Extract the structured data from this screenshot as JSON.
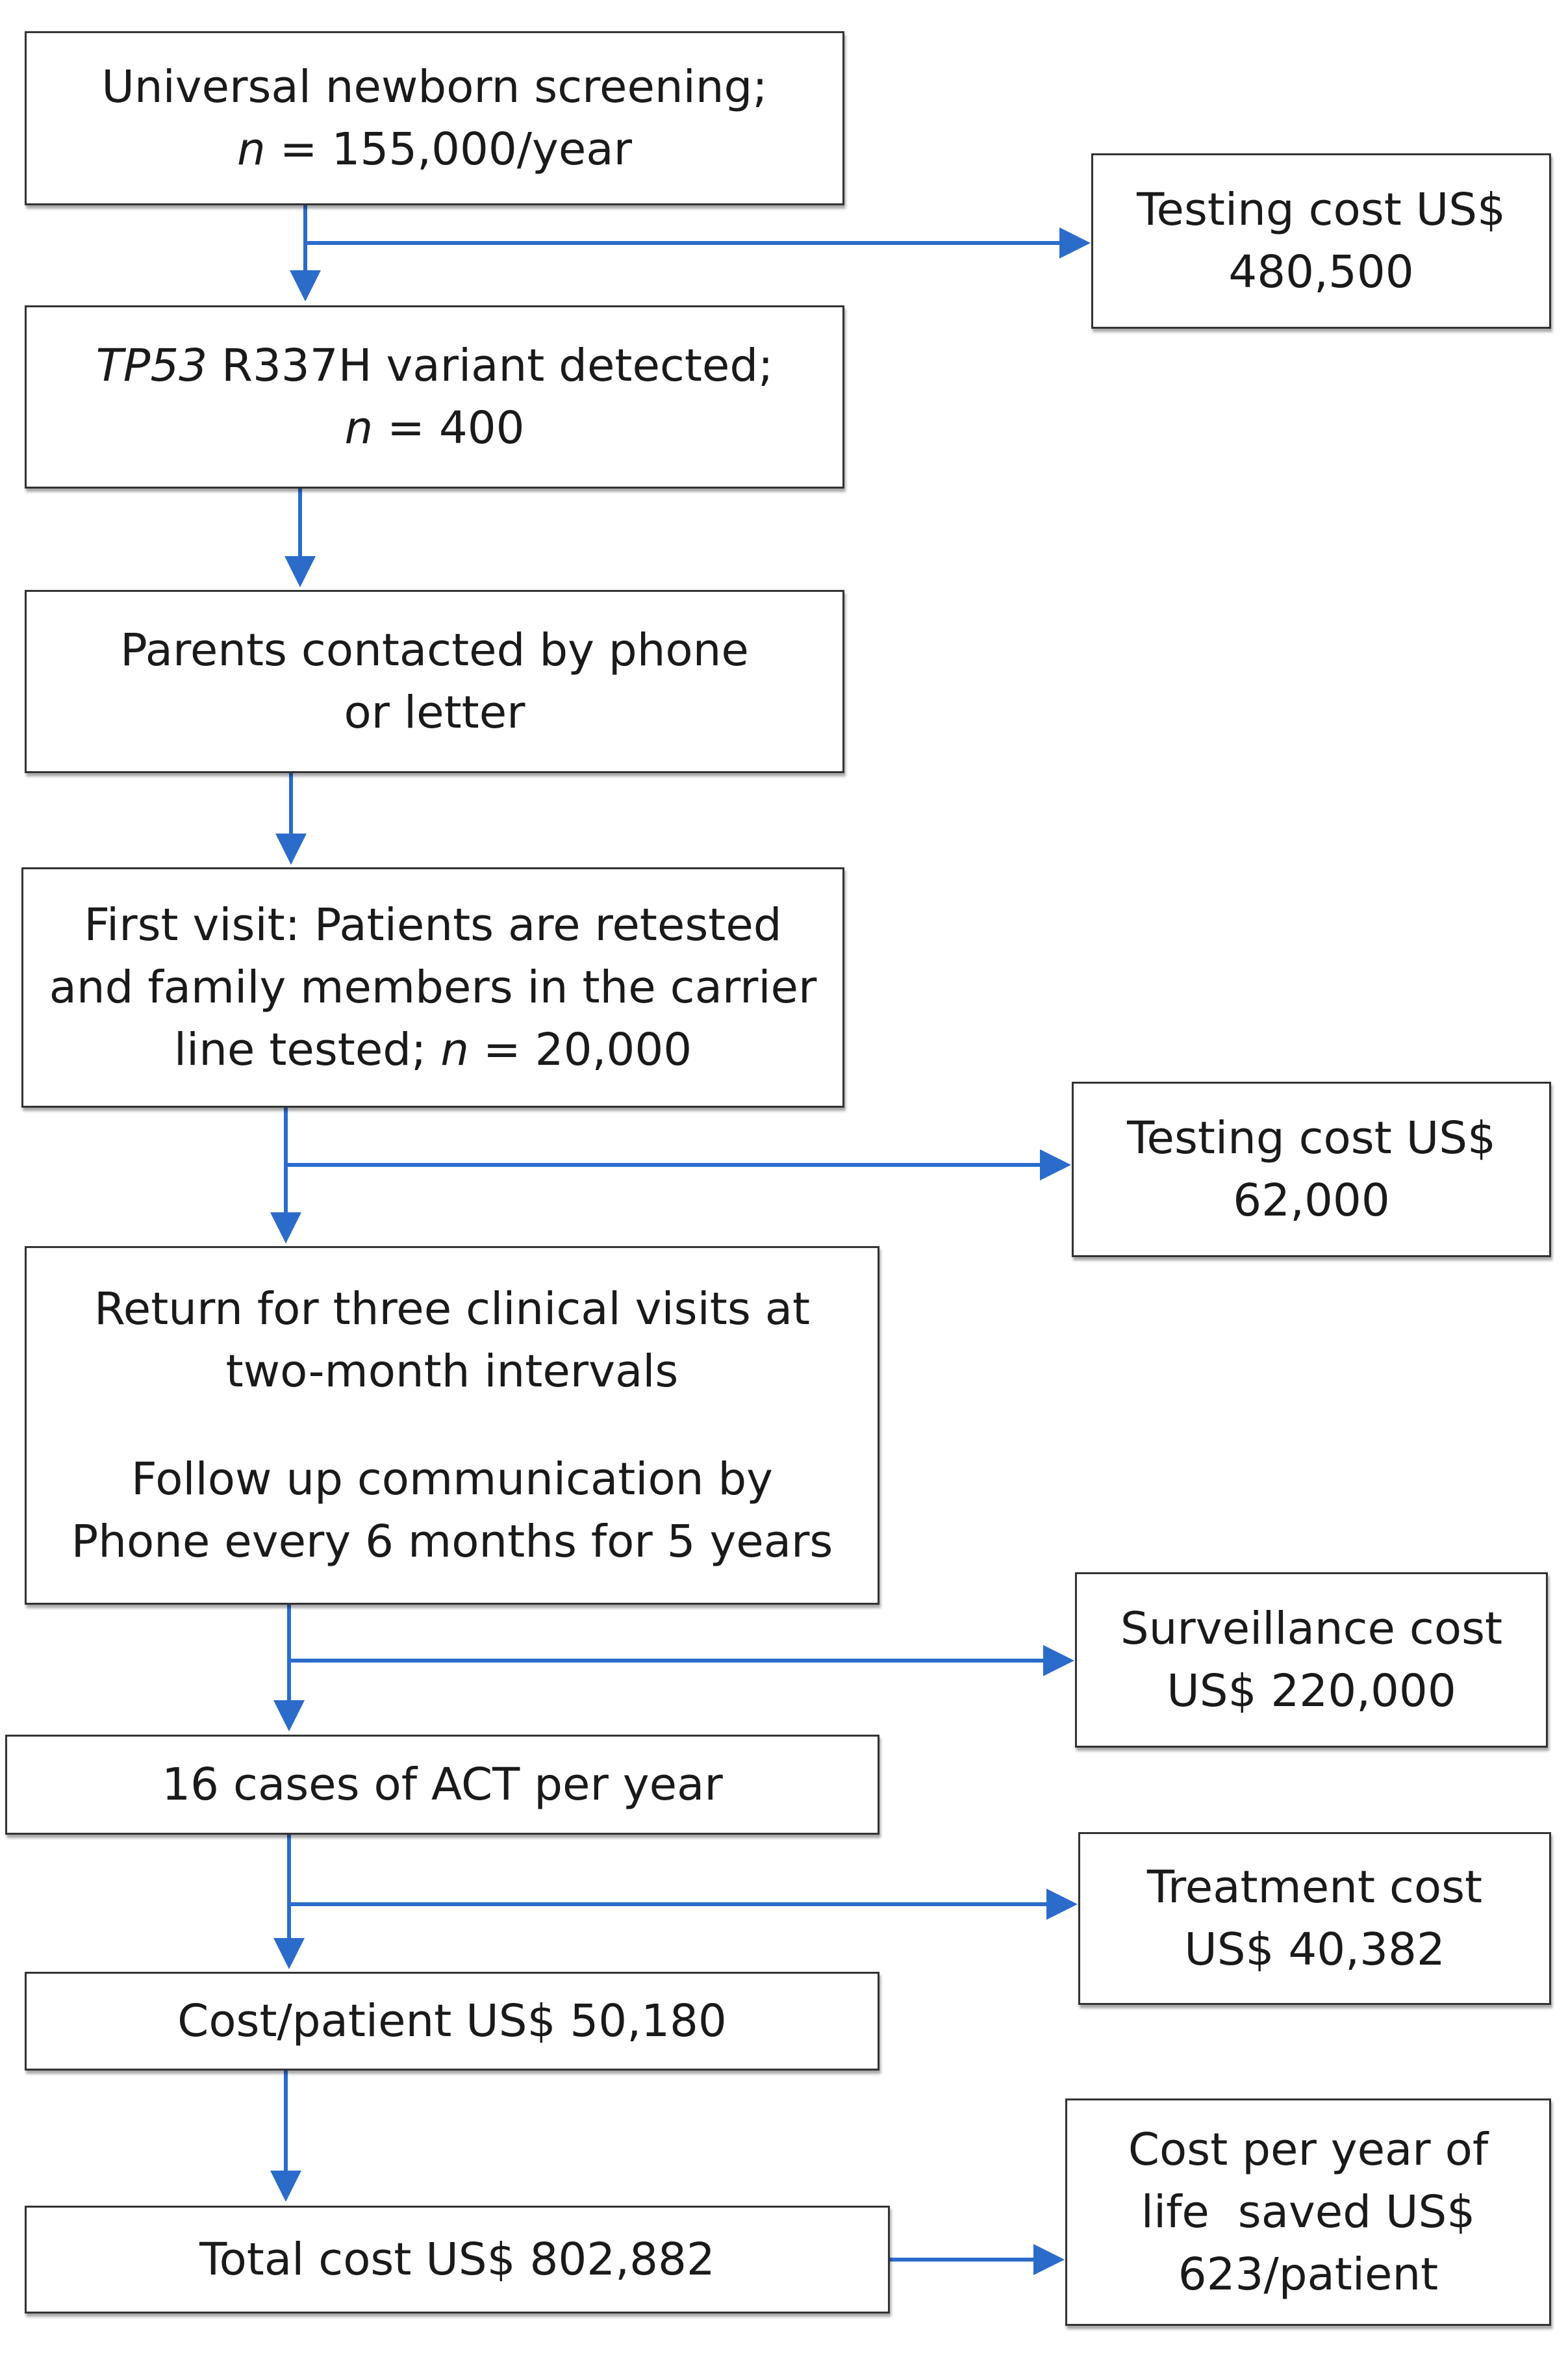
{
  "colors": {
    "arrow": "#2B6CCB",
    "border": "#333333"
  },
  "main": {
    "screening": {
      "line1": "Universal newborn screening;",
      "line2_n": "n",
      "line2_rest": " = 155,000/year"
    },
    "variant": {
      "gene": "TP53",
      "line1_rest": " R337H variant detected;",
      "line2_n": "n",
      "line2_rest": " = 400"
    },
    "parents": {
      "line1": "Parents contacted by phone",
      "line2": "or letter"
    },
    "first_visit": {
      "line1": "First visit: Patients are retested",
      "line2": "and family members in the carrier",
      "line3_pre": "line tested; ",
      "line3_n": "n",
      "line3_rest": " = 20,000"
    },
    "return_visits": {
      "line1": "Return for three clinical visits at",
      "line2": "two-month intervals",
      "line3": "Follow up communication by",
      "line4": "Phone every 6 months for 5 years"
    },
    "act_cases": {
      "text": "16 cases of ACT per year"
    },
    "cost_patient": {
      "text": "Cost/patient US$ 50,180"
    },
    "total_cost": {
      "text": "Total cost US$ 802,882"
    }
  },
  "side": {
    "testing1": {
      "line1": "Testing cost US$",
      "line2": "480,500"
    },
    "testing2": {
      "line1": "Testing cost US$",
      "line2": "62,000"
    },
    "surveillance": {
      "line1": "Surveillance cost",
      "line2": "US$ 220,000"
    },
    "treatment": {
      "line1": "Treatment cost",
      "line2": "US$ 40,382"
    },
    "life_saved": {
      "line1": "Cost per year of",
      "line2": "life  saved US$",
      "line3": "623/patient"
    }
  }
}
